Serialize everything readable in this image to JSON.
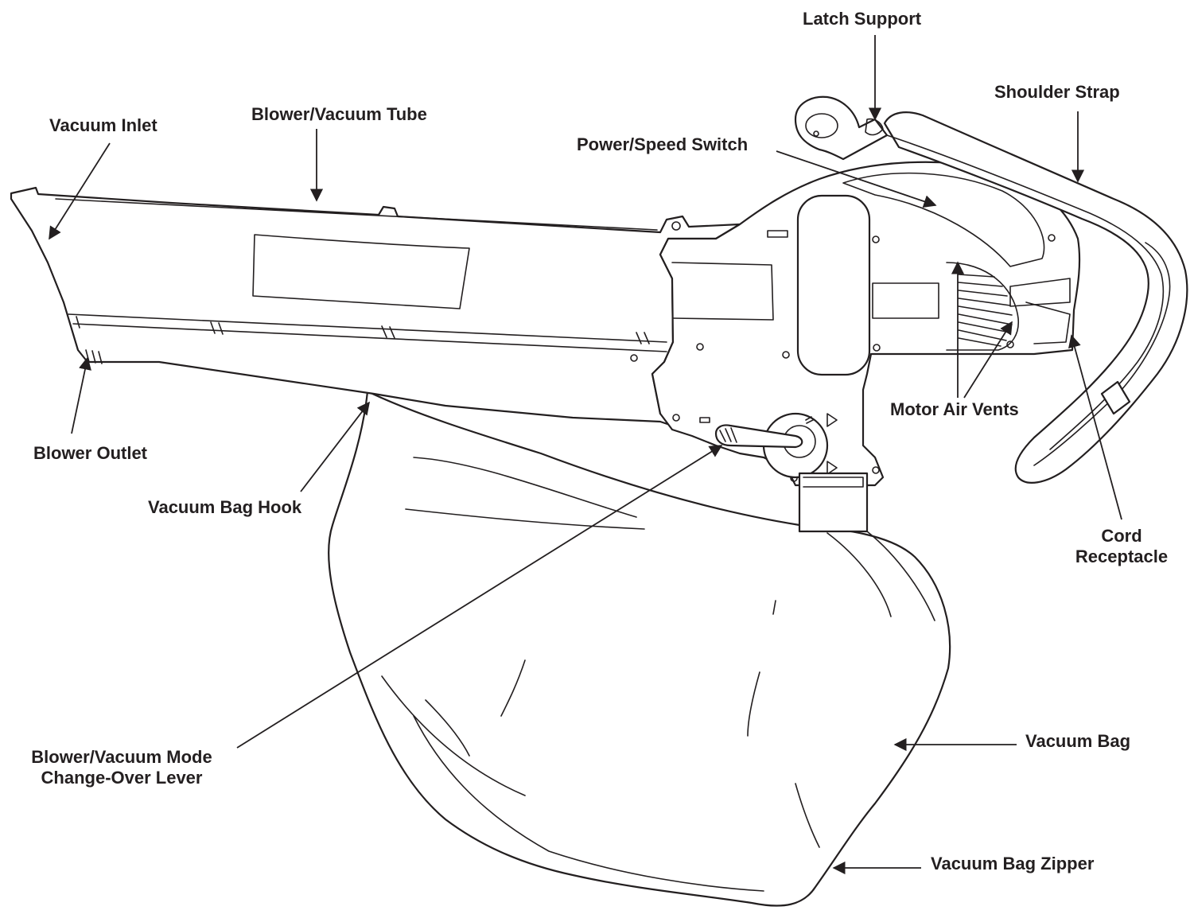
{
  "labels": {
    "latch_support": "Latch Support",
    "shoulder_strap": "Shoulder Strap",
    "vacuum_inlet": "Vacuum Inlet",
    "blower_vacuum_tube": "Blower/Vacuum Tube",
    "power_speed_switch": "Power/Speed Switch",
    "motor_air_vents": "Motor Air Vents",
    "blower_outlet": "Blower Outlet",
    "vacuum_bag_hook": "Vacuum Bag Hook",
    "cord_receptacle_line1": "Cord",
    "cord_receptacle_line2": "Receptacle",
    "mode_lever_line1": "Blower/Vacuum Mode",
    "mode_lever_line2": "Change-Over Lever",
    "vacuum_bag": "Vacuum Bag",
    "vacuum_bag_zipper": "Vacuum Bag Zipper"
  }
}
